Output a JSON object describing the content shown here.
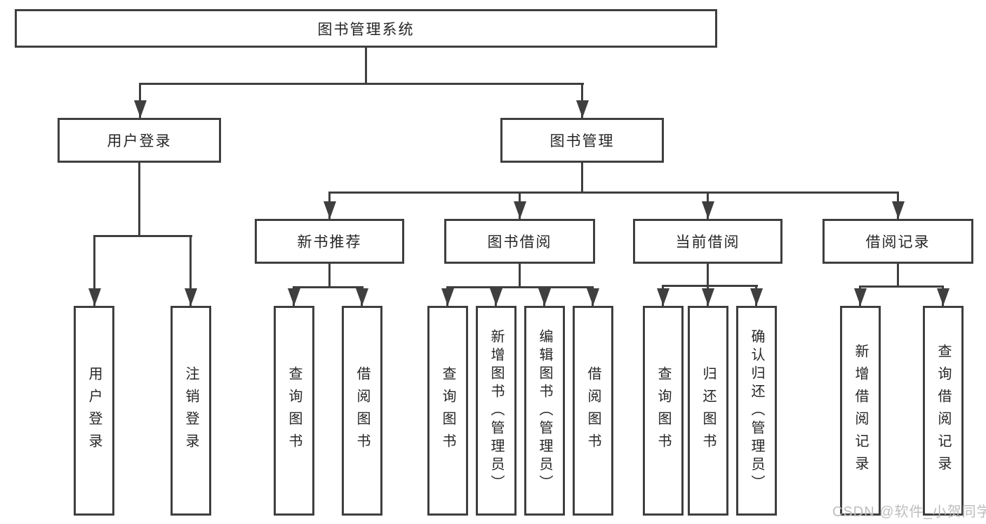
{
  "tree": {
    "root": {
      "label": "图书管理系统"
    },
    "branches": [
      {
        "label": "用户登录",
        "children": [
          {
            "label": "用户登录"
          },
          {
            "label": "注销登录"
          }
        ]
      },
      {
        "label": "图书管理",
        "children": [
          {
            "label": "新书推荐",
            "children": [
              {
                "label": "查询图书"
              },
              {
                "label": "借阅图书"
              }
            ]
          },
          {
            "label": "图书借阅",
            "children": [
              {
                "label": "查询图书"
              },
              {
                "label": "新增图书（管理员）"
              },
              {
                "label": "编辑图书（管理员）"
              },
              {
                "label": "借阅图书"
              }
            ]
          },
          {
            "label": "当前借阅",
            "children": [
              {
                "label": "查询图书"
              },
              {
                "label": "归还图书"
              },
              {
                "label": "确认归还（管理员）"
              }
            ]
          },
          {
            "label": "借阅记录",
            "children": [
              {
                "label": "新增借阅记录"
              },
              {
                "label": "查询借阅记录"
              }
            ]
          }
        ]
      }
    ]
  },
  "watermark": {
    "text": "CSDN @软件_小贺同学"
  },
  "colors": {
    "line": "#3f3f3f",
    "text": "#262626",
    "watermark": "#bdbdbd",
    "background": "#ffffff"
  }
}
